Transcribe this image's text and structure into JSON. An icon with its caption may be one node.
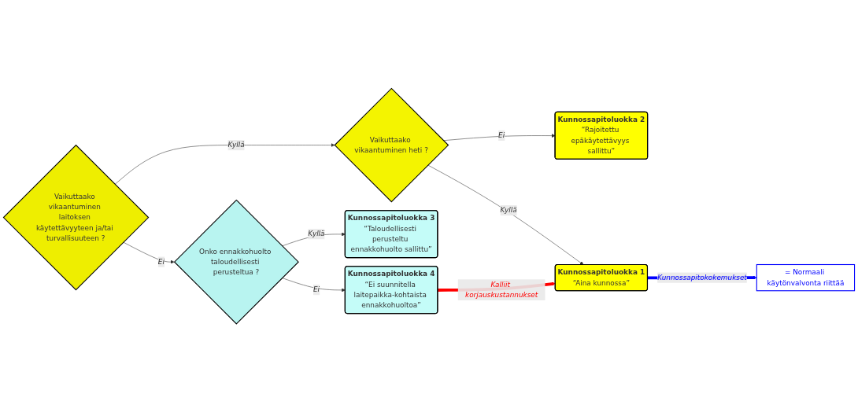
{
  "diagram": {
    "nodes": [
      {
        "text": [
          "Vaikuttaako vikaantuminen laitoksen käytettävyyteen ja/tai turvallisuuteen ?"
        ]
      },
      {
        "text": [
          "Vaikuttaako vikaantuminen heti ?"
        ]
      },
      {
        "text": [
          "Onko ennakkohuolto taloudellisesti perusteltua ?"
        ]
      },
      {
        "text": [
          "Kunnossapitoluokka 2",
          "“Rajoitettu epäkäytettävyys sallittu”"
        ]
      },
      {
        "text": [
          "Kunnossapitoluokka 3",
          "“Taloudellisesti perusteltu ennakkohuolto sallittu”"
        ]
      },
      {
        "text": [
          "Kunnossapitoluokka 1",
          "“Aina kunnossa”"
        ]
      },
      {
        "text": [
          "Kunnossapitoluokka 4",
          "“Ei suunnitella laitepaikka-kohtaista ennakkohuoltoa”"
        ]
      },
      {
        "text": [
          "= Normaali käytönvalvonta riittää"
        ]
      }
    ],
    "edges": [
      {
        "from": 0,
        "to": 1,
        "arrow": "to",
        "label": "Kyllä"
      },
      {
        "from": 0,
        "to": 2,
        "arrow": "to",
        "label": "Ei"
      },
      {
        "from": 1,
        "to": 3,
        "arrow": "to",
        "label": "Ei"
      },
      {
        "from": 1,
        "to": 5,
        "arrow": "to",
        "label": "Kyllä"
      },
      {
        "from": 2,
        "to": 4,
        "arrow": "to",
        "label": "Kyllä"
      },
      {
        "from": 2,
        "to": 6,
        "arrow": "to",
        "label": "Ei"
      },
      {
        "from": 6,
        "to": 5,
        "arrow": "to",
        "label": "Kalliit korjauskustannukset",
        "style": "thick",
        "color": "#ff0000"
      },
      {
        "from": 5,
        "to": 7,
        "arrow": "to",
        "label": "Kunnossapitokokemukset",
        "style": "thick",
        "color": "#0000ff"
      }
    ]
  }
}
